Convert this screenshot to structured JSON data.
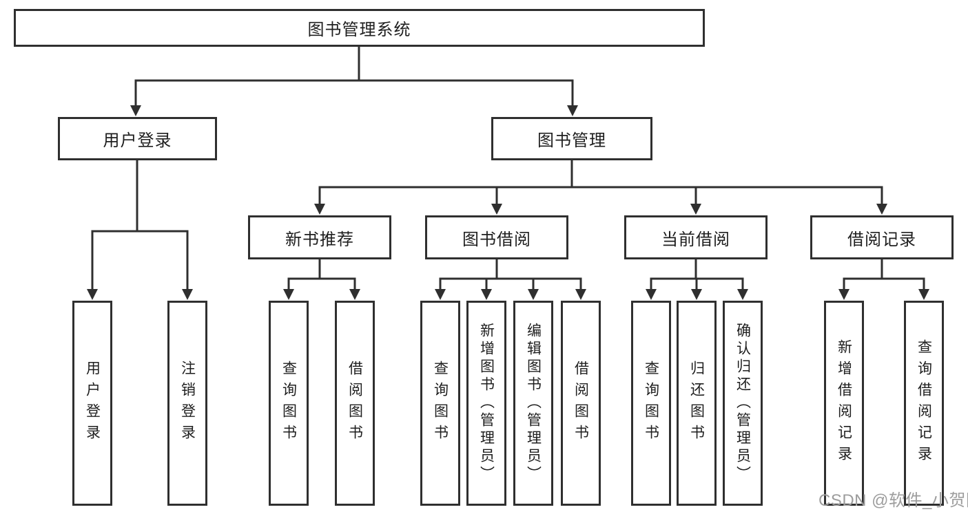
{
  "diagram": {
    "title_node": "图书管理系统",
    "level2": {
      "user_login": "用户登录",
      "book_mgmt": "图书管理"
    },
    "level3": {
      "new_books": "新书推荐",
      "book_borrow": "图书借阅",
      "current_borrow": "当前借阅",
      "borrow_records": "借阅记录"
    },
    "leaves": {
      "user_login": [
        "用户登录",
        "注销登录"
      ],
      "new_books": [
        "查询图书",
        "借阅图书"
      ],
      "book_borrow": [
        "查询图书",
        "新增图书（管理员）",
        "编辑图书（管理员）",
        "借阅图书"
      ],
      "current_borrow": [
        "查询图书",
        "归还图书",
        "确认归还（管理员）"
      ],
      "borrow_records": [
        "新增借阅记录",
        "查询借阅记录"
      ]
    }
  },
  "watermark": "CSDN @软件_小贺同学",
  "colors": {
    "line": "#2f2f2f",
    "text": "#1e1e1e",
    "watermark": "#9d9d9d",
    "background": "#ffffff"
  }
}
